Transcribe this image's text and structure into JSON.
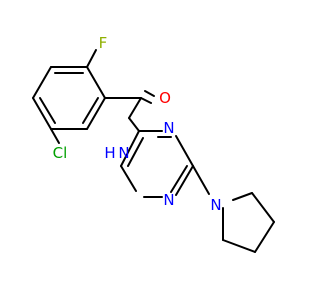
{
  "atoms": {
    "f": {
      "label": "F",
      "color": "#8FB000"
    },
    "cl": {
      "label": "Cl",
      "color": "#00A000"
    },
    "o": {
      "label": "O",
      "color": "#FF0000"
    },
    "nh": {
      "label": "N",
      "h_label": "H",
      "color": "#0000FF"
    },
    "n_pyr_top": {
      "label": "N",
      "color": "#0000FF"
    },
    "n_pyr_bottom": {
      "label": "N",
      "color": "#0000FF"
    },
    "n_pyrrolidine": {
      "label": "N",
      "color": "#0000FF"
    }
  },
  "colors": {
    "bond": "#000000",
    "background": "#FFFFFF"
  }
}
